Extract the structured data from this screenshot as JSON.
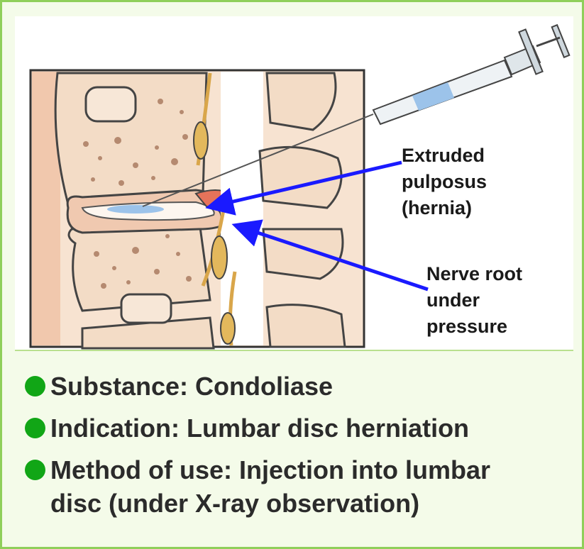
{
  "callouts": {
    "extruded": "Extruded\npulposus\n(hernia)",
    "nerve": "Nerve root\nunder\npressure"
  },
  "bullets": [
    {
      "text": "Substance: Condoliase"
    },
    {
      "text": "Indication: Lumbar disc herniation"
    },
    {
      "text": "Method of use: Injection into lumbar\ndisc (under X-ray observation)"
    }
  ],
  "colors": {
    "frame": "#8fcf5a",
    "bullet": "#11a616",
    "arrow": "#1a1aff",
    "bone": "#f3dcc6",
    "spots": "#b58a70",
    "disc": "#f0c9b0",
    "hernia": "#e6735a",
    "nerve": "#e3b85c"
  }
}
